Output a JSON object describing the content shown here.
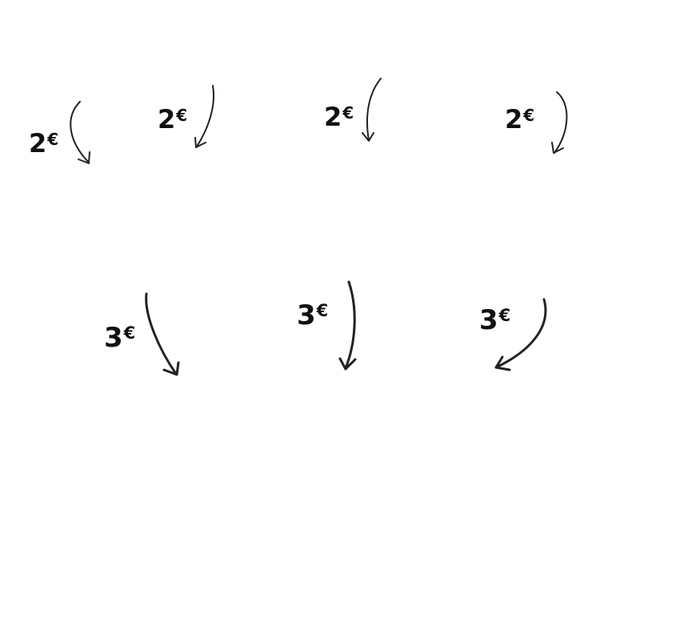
{
  "colors": {
    "ink": "#222222",
    "text": "#111111",
    "background": "#ffffff"
  },
  "rows": [
    {
      "items": [
        {
          "amount": "2",
          "currency": "€"
        },
        {
          "amount": "2",
          "currency": "€"
        },
        {
          "amount": "2",
          "currency": "€"
        },
        {
          "amount": "2",
          "currency": "€"
        }
      ]
    },
    {
      "items": [
        {
          "amount": "3",
          "currency": "€"
        },
        {
          "amount": "3",
          "currency": "€"
        },
        {
          "amount": "3",
          "currency": "€"
        }
      ]
    }
  ]
}
